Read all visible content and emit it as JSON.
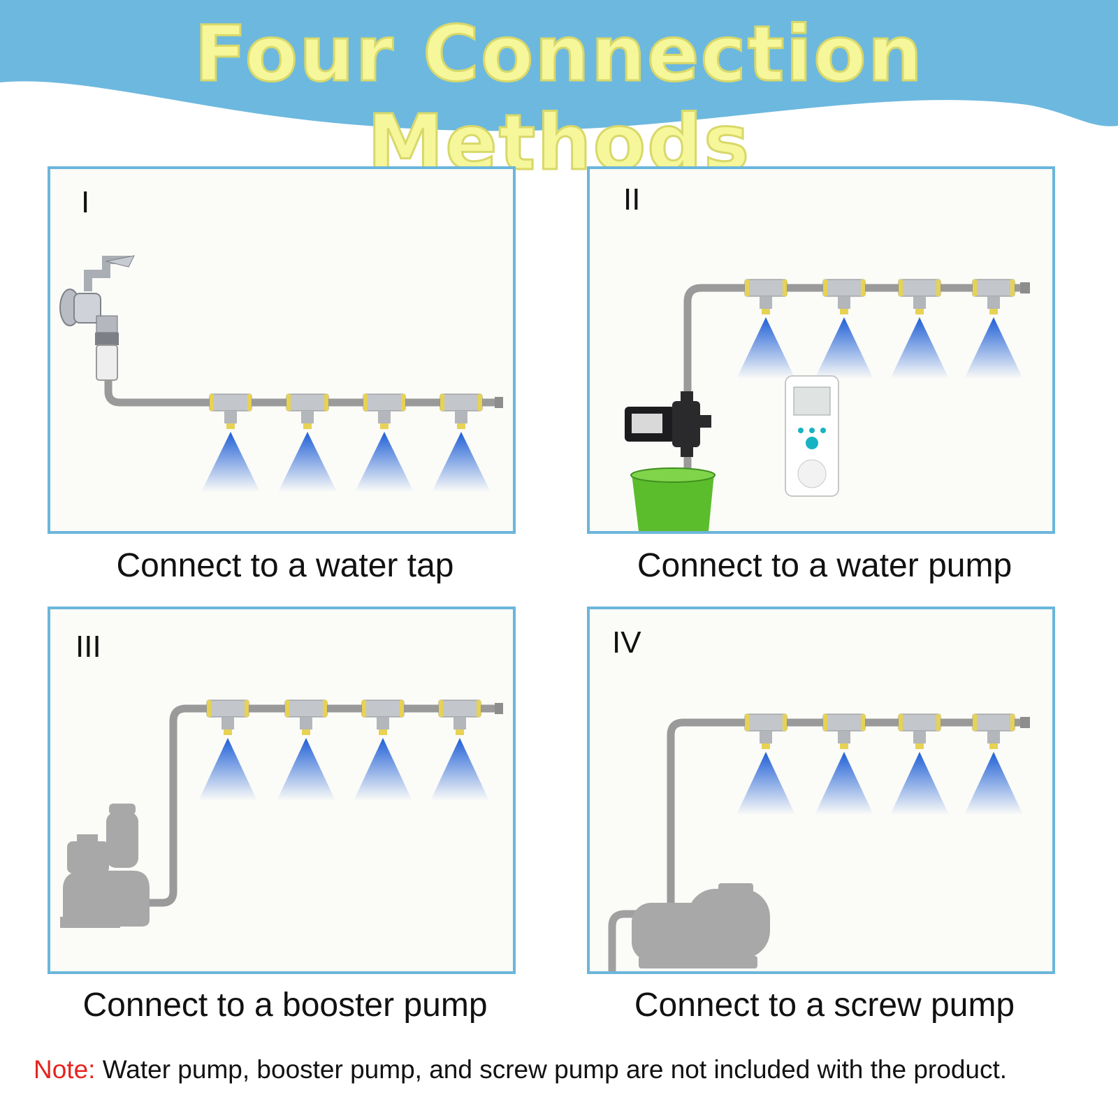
{
  "title": "Four Connection Methods",
  "colors": {
    "banner": "#6cb8df",
    "title": "#f6f69a",
    "panel_border": "#6bb6db",
    "pipe": "#9a9a9a",
    "fitting_band": "#e7d253",
    "spray": "#1f5fd6",
    "bucket": "#5bbd2b",
    "pump_silhouette": "#a8a8a8",
    "note_label": "#e5241f"
  },
  "panels": [
    {
      "numeral": "I",
      "caption": "Connect to a water tap",
      "source": "faucet-icon",
      "nozzles": 4
    },
    {
      "numeral": "II",
      "caption": "Connect to a water pump",
      "source": "diaphragm-pump-icon",
      "nozzles": 4
    },
    {
      "numeral": "III",
      "caption": "Connect to a booster pump",
      "source": "booster-pump-icon",
      "nozzles": 4
    },
    {
      "numeral": "IV",
      "caption": "Connect to a screw pump",
      "source": "screw-pump-icon",
      "nozzles": 4
    }
  ],
  "note": {
    "label": "Note:",
    "text": " Water pump, booster pump, and screw pump are not included with the product."
  }
}
